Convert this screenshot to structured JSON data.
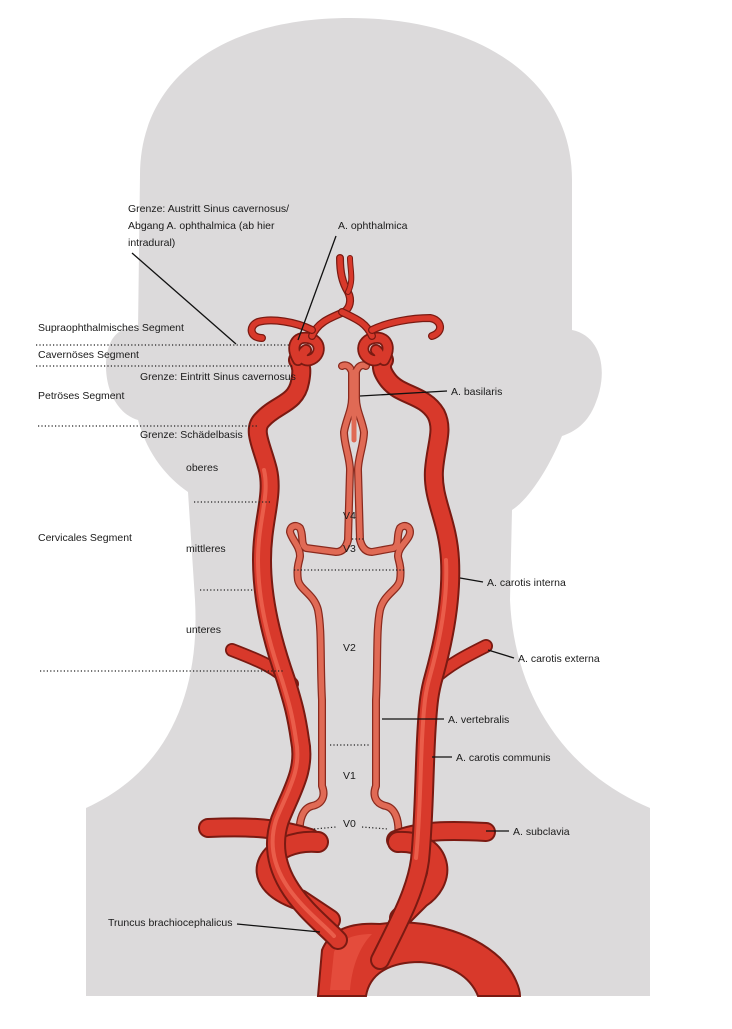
{
  "colors": {
    "silhouette": "#dcdadb",
    "artery": "#d8392b",
    "artery_outline": "#7a1a12",
    "vertebral": "#e06a55"
  },
  "labels": {
    "grenze_austritt": [
      "Grenze: Austritt Sinus cavernosus/",
      "Abgang A. ophthalmica (ab hier",
      "intradural)"
    ],
    "ophthalmica": "A.  ophthalmica",
    "supraophthalmisch": "Supraophthalmisches  Segment",
    "cavernoes": "Cavernöses Segment",
    "grenze_eintritt": "Grenze: Eintritt Sinus cavernosus",
    "basilaris": "A.  basilaris",
    "petroes": "Petröses Segment",
    "grenze_schaedelbasis": "Grenze: Schädelbasis",
    "oberes": "oberes",
    "cervical": "Cervicales Segment",
    "mittleres": "mittleres",
    "unteres": "unteres",
    "carotis_interna": "A.  carotis interna",
    "carotis_externa": "A.  carotis externa",
    "vertebralis": "A.  vertebralis",
    "carotis_communis": "A.  carotis communis",
    "subclavia": "A.  subclavia",
    "truncus": "Truncus brachiocephalicus"
  },
  "vertebral_segments": {
    "v4": "V4",
    "v3": "V3",
    "v2": "V2",
    "v1": "V1",
    "v0": "V0"
  }
}
